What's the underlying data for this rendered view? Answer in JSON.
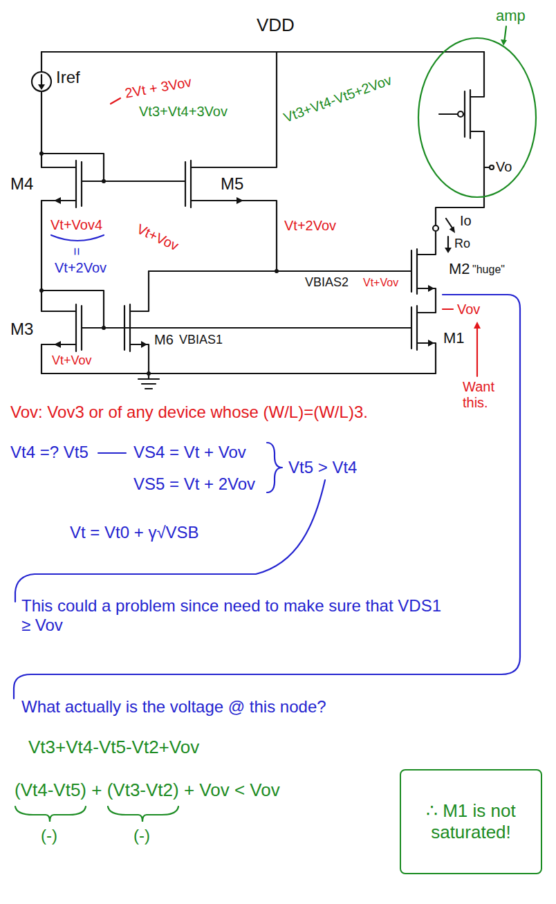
{
  "diagram": {
    "nodes": [
      {
        "text": [
          "∴ M1 is not saturated!"
        ]
      }
    ],
    "labels": [
      "VDD",
      "Iref",
      "2Vt + 3Vov",
      "Vt3+Vt4+3Vov",
      "M4",
      "M5",
      "Vt3+Vt4-Vt5+2Vov",
      "amp",
      "Vo",
      "Io",
      "Ro",
      "M2",
      "\"huge\"",
      "Vt+Vov4",
      "Vt+Vov",
      "Vt+2Vov",
      "=",
      "Vt+2Vov",
      "M3",
      "Vt+Vov",
      "M6",
      "VBIAS1",
      "VBIAS2",
      "Vt+Vov",
      "Vov",
      "M1",
      "Want this.",
      "Vov: Vov3 or of any device whose (W/L)=(W/L)3.",
      "Vt4 =? Vt5",
      "VS4 = Vt + Vov",
      "VS5 = Vt + 2Vov",
      "Vt5 > Vt4",
      "Vt = Vt0 + γ√VSB",
      "This could a problem since need to make sure that VDS1 ≥ Vov",
      "What actually is the voltage @ this node?",
      "Vt3+Vt4-Vt5-Vt2+Vov",
      "(Vt4-Vt5) + (Vt3-Vt2) + Vov < Vov",
      "(-)",
      "(-)"
    ]
  }
}
